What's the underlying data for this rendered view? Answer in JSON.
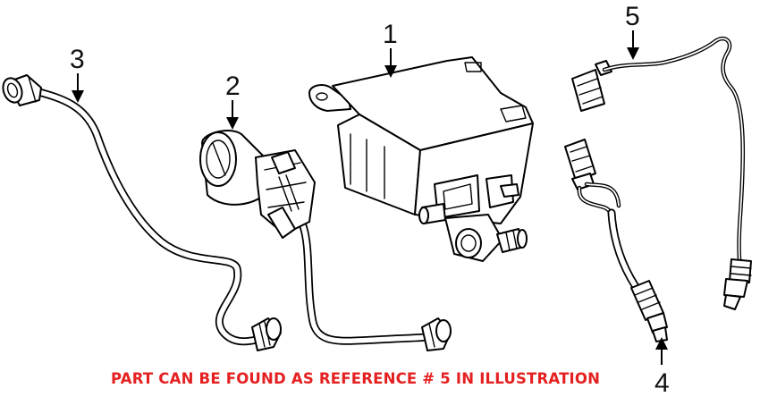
{
  "callouts": {
    "ref1": "1",
    "ref2": "2",
    "ref3": "3",
    "ref4": "4",
    "ref5": "5"
  },
  "parts": {
    "ref1": "canister-icon",
    "ref2": "purge-valve-icon",
    "ref3": "hose-icon",
    "ref4": "sensor-icon",
    "ref5": "sensor-icon"
  },
  "note": "PART CAN BE FOUND AS REFERENCE # 5 IN ILLUSTRATION",
  "colors": {
    "note": "#e52020",
    "lines": "#000000",
    "background": "#ffffff"
  }
}
